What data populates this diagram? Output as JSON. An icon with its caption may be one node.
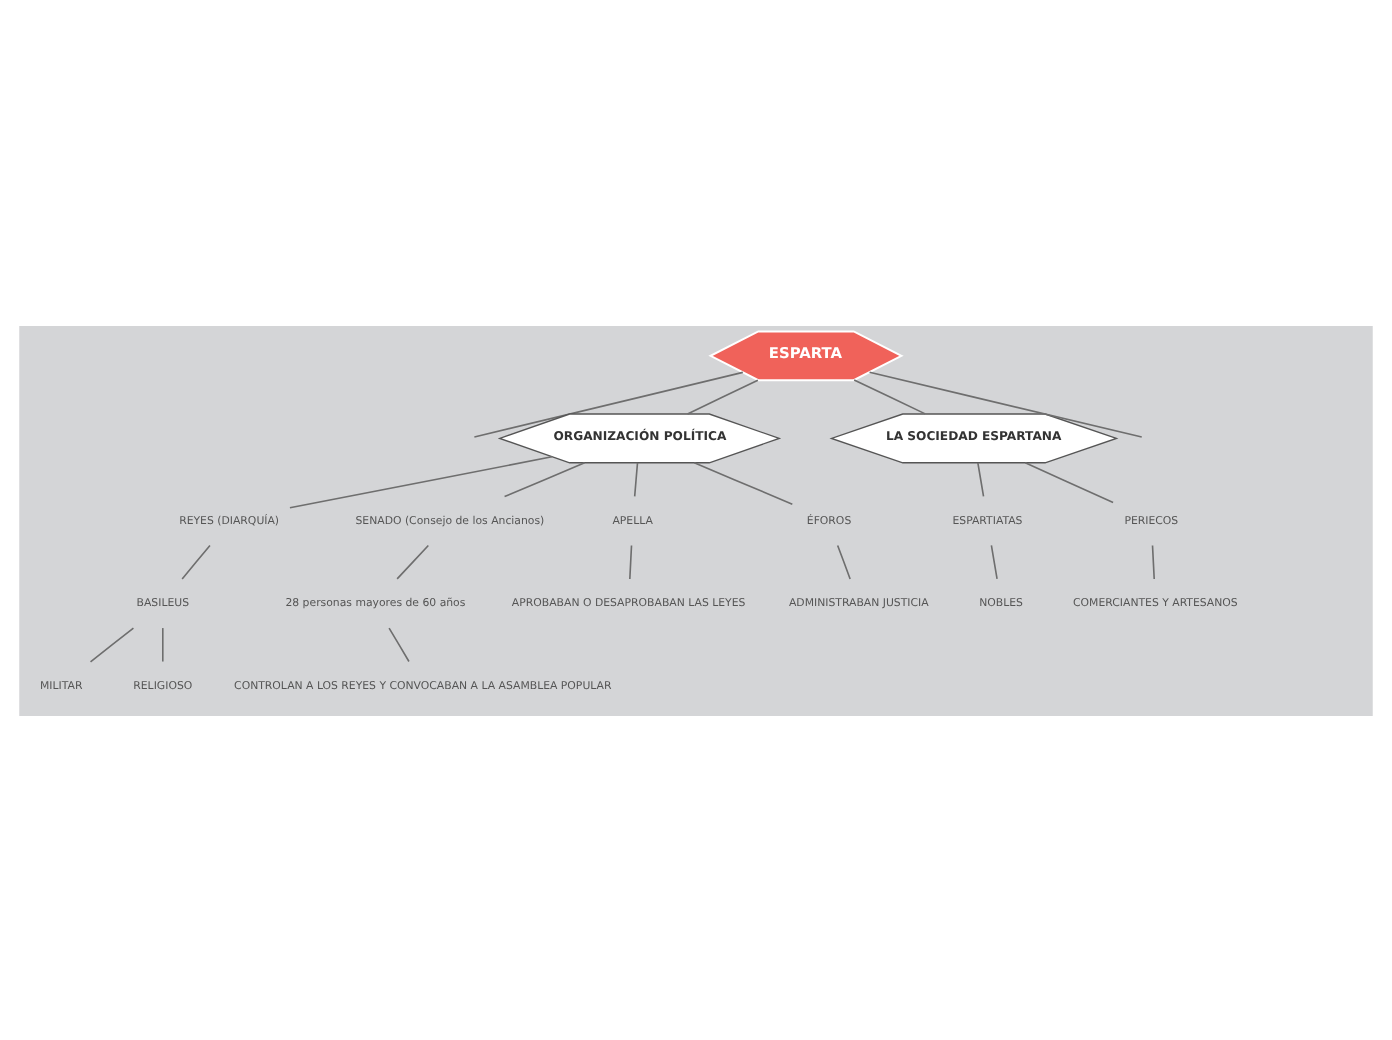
{
  "diagram": {
    "nodes": [
      {
        "text": [
          "ESPARTA"
        ]
      },
      {
        "text": [
          "ORGANIZACIÓN POLÍTICA"
        ]
      },
      {
        "text": [
          "LA SOCIEDAD ESPARTANA"
        ]
      },
      {
        "text": [
          "REYES (DIARQUÍA)"
        ]
      },
      {
        "text": [
          "SENADO (Consejo de los Ancianos)"
        ]
      },
      {
        "text": [
          "APELLA"
        ]
      },
      {
        "text": [
          "ÉFOROS"
        ]
      },
      {
        "text": [
          "BASILEUS"
        ]
      },
      {
        "text": [
          "MILITAR"
        ]
      },
      {
        "text": [
          "RELIGIOSO"
        ]
      },
      {
        "text": [
          "28 personas mayores de 60 años"
        ]
      },
      {
        "text": [
          "CONTROLAN A LOS REYES Y CONVOCABAN A LA ASAMBLEA POPULAR"
        ]
      },
      {
        "text": [
          "APROBABAN O DESAPROBABAN LAS LEYES"
        ]
      },
      {
        "text": [
          "ADMINISTRABAN JUSTICIA"
        ]
      },
      {
        "text": [
          "ESPARTIATAS"
        ]
      },
      {
        "text": [
          "PERIECOS"
        ]
      },
      {
        "text": [
          "NOBLES"
        ]
      },
      {
        "text": [
          "COMERCIANTES Y ARTESANOS"
        ]
      }
    ],
    "edges": [
      {
        "from": 0,
        "to": null,
        "arrow": "none"
      },
      {
        "from": 0,
        "to": 1,
        "arrow": "none"
      },
      {
        "from": 0,
        "to": 2,
        "arrow": "none"
      },
      {
        "from": 0,
        "to": null,
        "arrow": "none"
      },
      {
        "from": 1,
        "to": 3,
        "arrow": "none"
      },
      {
        "from": 1,
        "to": 4,
        "arrow": "none"
      },
      {
        "from": 1,
        "to": 5,
        "arrow": "none"
      },
      {
        "from": 1,
        "to": 6,
        "arrow": "none"
      },
      {
        "from": 3,
        "to": 7,
        "arrow": "none"
      },
      {
        "from": 7,
        "to": 8,
        "arrow": "none"
      },
      {
        "from": 7,
        "to": 9,
        "arrow": "none"
      },
      {
        "from": 4,
        "to": 10,
        "arrow": "none"
      },
      {
        "from": 10,
        "to": 11,
        "arrow": "none"
      },
      {
        "from": 5,
        "to": 12,
        "arrow": "none"
      },
      {
        "from": 6,
        "to": 13,
        "arrow": "none"
      },
      {
        "from": 2,
        "to": 14,
        "arrow": "none"
      },
      {
        "from": 2,
        "to": 15,
        "arrow": "none"
      },
      {
        "from": 14,
        "to": 16,
        "arrow": "none"
      },
      {
        "from": 15,
        "to": 17,
        "arrow": "none"
      }
    ]
  }
}
